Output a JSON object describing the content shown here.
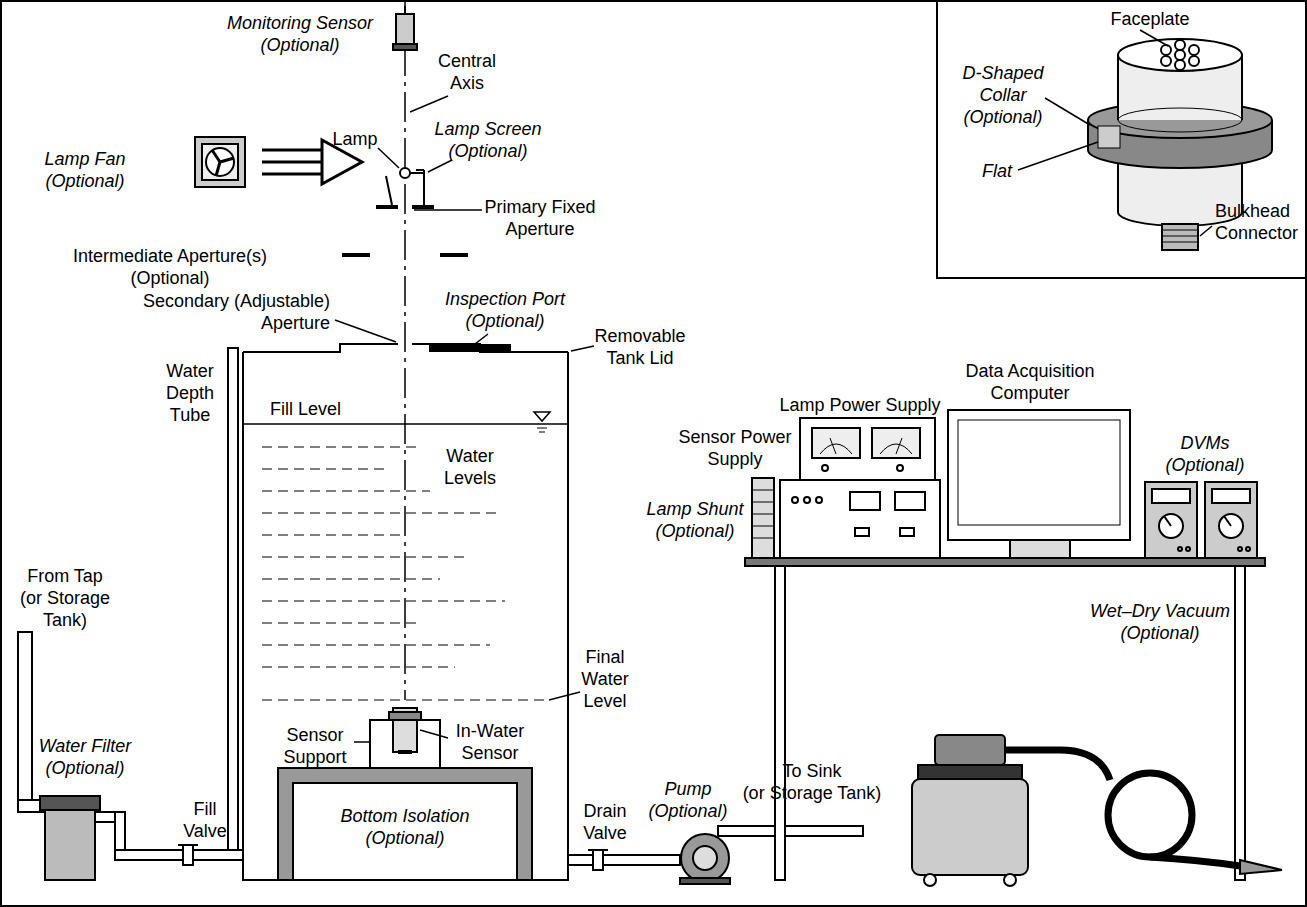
{
  "diagram": {
    "nodes": [
      {
        "text": [
          "Faceplate",
          "D-Shaped Collar (Optional)",
          "Flat",
          "Bulkhead Connector"
        ]
      },
      {
        "text": [
          "Bottom Isolation (Optional)"
        ]
      }
    ],
    "labels": [
      "Monitoring Sensor (Optional)",
      "Central Axis",
      "Lamp",
      "Lamp Screen (Optional)",
      "Lamp Fan (Optional)",
      "Primary Fixed Aperture",
      "Intermediate Aperture(s) (Optional)",
      "Secondary (Adjustable) Aperture",
      "Inspection Port (Optional)",
      "Removable Tank Lid",
      "Water Depth Tube",
      "Fill Level",
      "Water Levels",
      "From Tap (or Storage Tank)",
      "Water Filter (Optional)",
      "Fill Valve",
      "Final Water Level",
      "Sensor Support",
      "In-Water Sensor",
      "Drain Valve",
      "Pump (Optional)",
      "To Sink (or Storage Tank)",
      "Data Acquisition Computer",
      "Lamp Power Supply",
      "Sensor Power Supply",
      "Lamp Shunt (Optional)",
      "DVMs (Optional)",
      "Wet–Dry Vacuum (Optional)"
    ]
  }
}
